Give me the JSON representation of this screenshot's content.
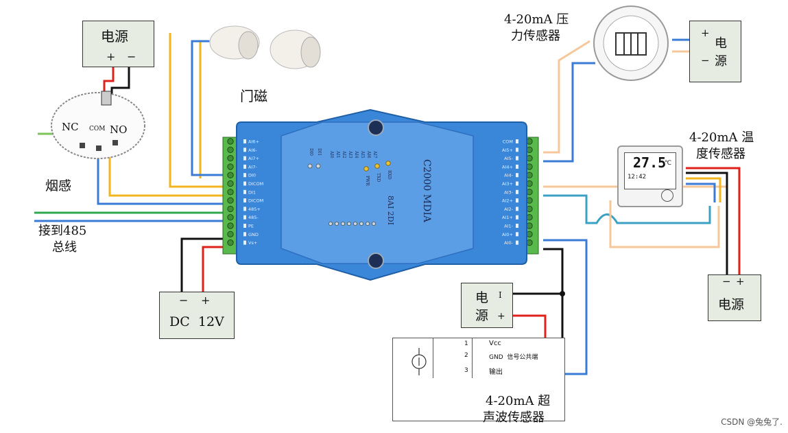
{
  "module": {
    "model": "C2000 MDIA",
    "spec": "8AI 2DI",
    "leds": [
      "PWR",
      "TXD",
      "RXD"
    ],
    "di_led_labels": [
      "DI0",
      "DI1"
    ],
    "ai_led_labels": [
      "AI0",
      "AI1",
      "AI2",
      "AI3",
      "AI4",
      "AI5",
      "AI6",
      "AI7"
    ],
    "left_terminals": [
      "AI6+",
      "AI6-",
      "AI7+",
      "AI7-",
      "DI0",
      "DICOM",
      "DI1",
      "DICOM",
      "485+",
      "485-",
      "PE",
      "GND",
      "Vs+"
    ],
    "right_terminals": [
      "COM",
      "AI5+",
      "AI5-",
      "AI4+",
      "AI4-",
      "AI3+",
      "AI3-",
      "AI2+",
      "AI2-",
      "AI1+",
      "AI1-",
      "AI0+",
      "AI0-"
    ]
  },
  "power_top_left": {
    "title": "电源",
    "plus": "+",
    "minus": "−"
  },
  "door_sensor": {
    "label": "门磁"
  },
  "smoke_sensor": {
    "label": "烟感",
    "nc": "NC",
    "com": "COM",
    "no": "NO"
  },
  "bus": {
    "line1": "接到485",
    "line2": "总线"
  },
  "dc_supply": {
    "minus": "−",
    "plus": "+",
    "label": "DC  12V"
  },
  "pressure_sensor": {
    "line1": "4-20mA 压",
    "line2": "力传感器"
  },
  "power_top_right": {
    "plus": "+",
    "minus": "−",
    "line1": "电",
    "line2": "源"
  },
  "temp_sensor": {
    "line1": "4-20mA 温",
    "line2": "度传感器",
    "display_value": "27.5",
    "display_unit": "℃",
    "display_sub": "12:42"
  },
  "power_right": {
    "minus": "−",
    "plus": "+",
    "label": "电源"
  },
  "power_bottom": {
    "line1": "电",
    "line2": "源",
    "minus": "I",
    "plus": "+"
  },
  "ultrasonic_box": {
    "pins": [
      {
        "num": "1",
        "name": "Vcc"
      },
      {
        "num": "2",
        "name": "GND  信号公共端"
      },
      {
        "num": "3",
        "name": "输出"
      }
    ]
  },
  "ultrasonic_sensor": {
    "line1": "4-20mA 超",
    "line2": "声波传感器"
  },
  "watermark": "CSDN @兔兔了."
}
